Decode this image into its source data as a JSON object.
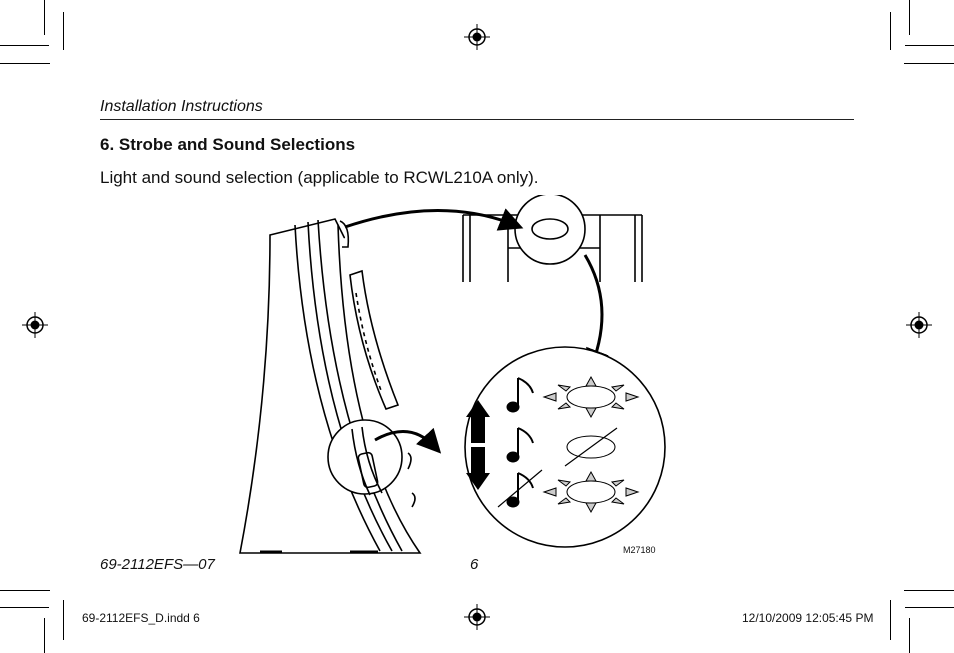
{
  "header": {
    "running_head": "Installation Instructions"
  },
  "section": {
    "title": "6. Strobe and Sound Selections",
    "intro": "Light and sound selection (applicable to RCWL210A only)."
  },
  "figure": {
    "code": "M27180",
    "icons": [
      "music-note-icon",
      "strobe-light-icon",
      "light-off-icon",
      "sound-off-icon",
      "double-arrow-icon"
    ]
  },
  "footer": {
    "doc_code": "69-2112EFS—07",
    "page_number": "6"
  },
  "slug": {
    "file": "69-2112EFS_D.indd   6",
    "timestamp": "12/10/2009   12:05:45 PM"
  }
}
